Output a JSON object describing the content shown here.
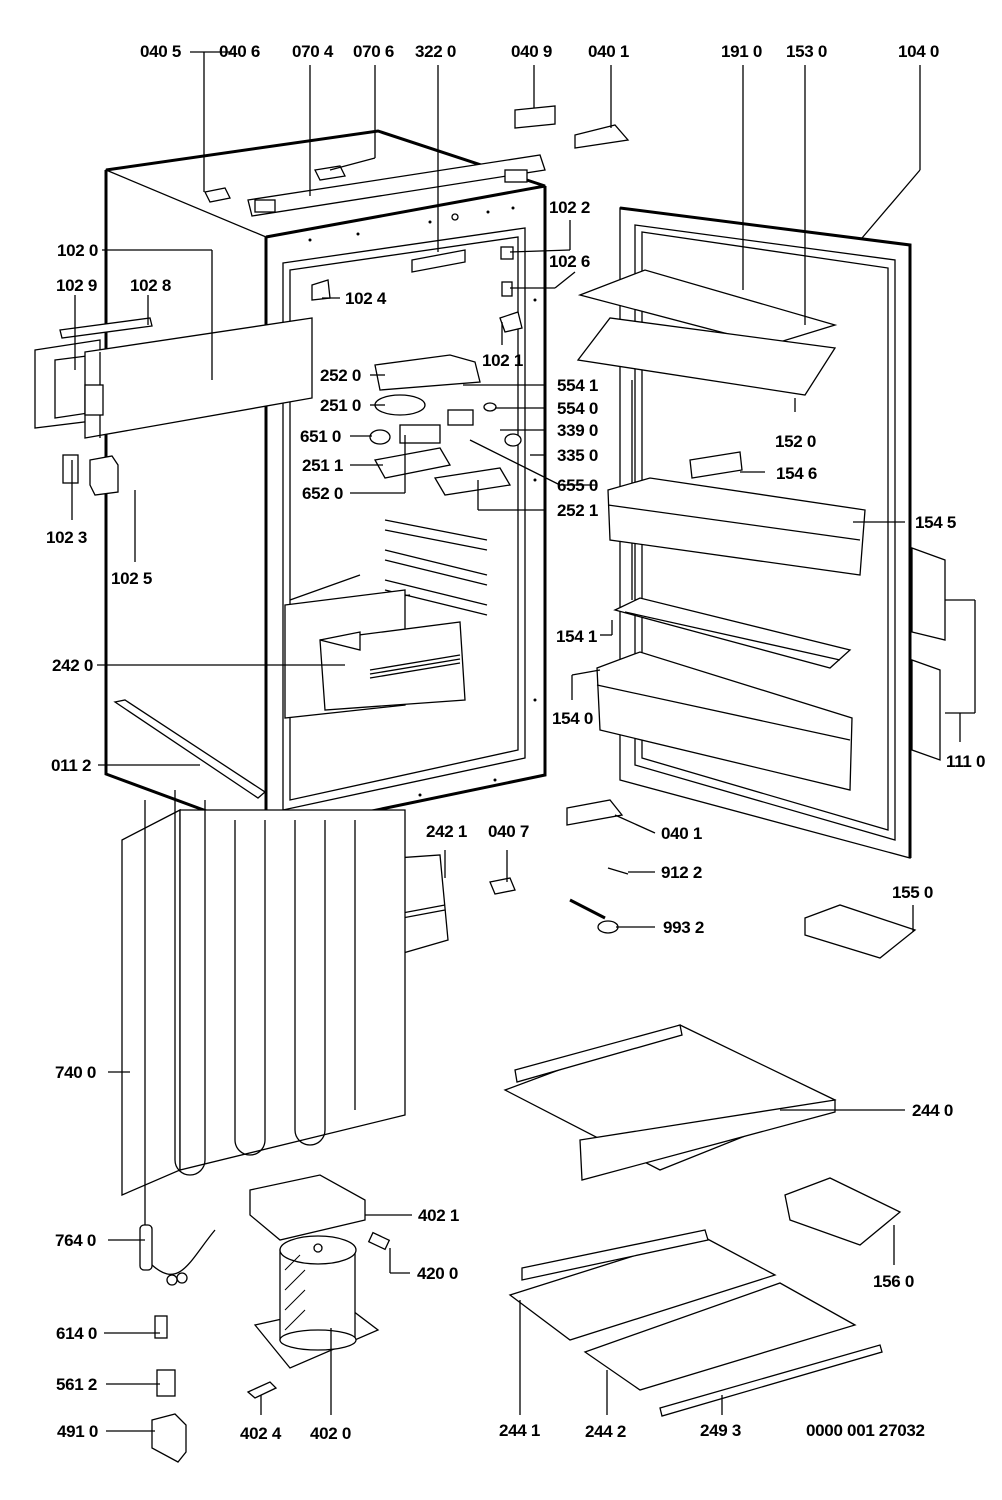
{
  "diagram": {
    "title": "Refrigerator exploded parts diagram",
    "drawing_number": "0000 001 27032",
    "labels": [
      {
        "id": "0405",
        "text": "040 5"
      },
      {
        "id": "0406",
        "text": "040 6"
      },
      {
        "id": "0704",
        "text": "070 4"
      },
      {
        "id": "0706",
        "text": "070 6"
      },
      {
        "id": "3220",
        "text": "322 0"
      },
      {
        "id": "0409",
        "text": "040 9"
      },
      {
        "id": "0401a",
        "text": "040 1"
      },
      {
        "id": "1910",
        "text": "191 0"
      },
      {
        "id": "1530",
        "text": "153 0"
      },
      {
        "id": "1040",
        "text": "104 0"
      },
      {
        "id": "1022",
        "text": "102 2"
      },
      {
        "id": "1020",
        "text": "102 0"
      },
      {
        "id": "1026",
        "text": "102 6"
      },
      {
        "id": "1029",
        "text": "102 9"
      },
      {
        "id": "1028",
        "text": "102 8"
      },
      {
        "id": "1024",
        "text": "102 4"
      },
      {
        "id": "1021",
        "text": "102 1"
      },
      {
        "id": "2520",
        "text": "252 0"
      },
      {
        "id": "5541",
        "text": "554 1"
      },
      {
        "id": "2510",
        "text": "251 0"
      },
      {
        "id": "5540",
        "text": "554 0"
      },
      {
        "id": "6510",
        "text": "651 0"
      },
      {
        "id": "3390",
        "text": "339 0"
      },
      {
        "id": "3350",
        "text": "335 0"
      },
      {
        "id": "1520",
        "text": "152 0"
      },
      {
        "id": "2511",
        "text": "251 1"
      },
      {
        "id": "1546",
        "text": "154 6"
      },
      {
        "id": "6550",
        "text": "655 0"
      },
      {
        "id": "6520",
        "text": "652 0"
      },
      {
        "id": "2521",
        "text": "252 1"
      },
      {
        "id": "1545",
        "text": "154 5"
      },
      {
        "id": "1023",
        "text": "102 3"
      },
      {
        "id": "1025",
        "text": "102 5"
      },
      {
        "id": "1541",
        "text": "154 1"
      },
      {
        "id": "2420",
        "text": "242 0"
      },
      {
        "id": "1540",
        "text": "154 0"
      },
      {
        "id": "0112",
        "text": "011 2"
      },
      {
        "id": "1110",
        "text": "111 0"
      },
      {
        "id": "2421",
        "text": "242 1"
      },
      {
        "id": "0407",
        "text": "040 7"
      },
      {
        "id": "0401b",
        "text": "040 1"
      },
      {
        "id": "9122",
        "text": "912 2"
      },
      {
        "id": "1550",
        "text": "155 0"
      },
      {
        "id": "9932",
        "text": "993 2"
      },
      {
        "id": "7400",
        "text": "740 0"
      },
      {
        "id": "2440",
        "text": "244 0"
      },
      {
        "id": "4021",
        "text": "402 1"
      },
      {
        "id": "7640",
        "text": "764 0"
      },
      {
        "id": "4200",
        "text": "420 0"
      },
      {
        "id": "1560",
        "text": "156 0"
      },
      {
        "id": "6140",
        "text": "614 0"
      },
      {
        "id": "5612",
        "text": "561 2"
      },
      {
        "id": "4910",
        "text": "491 0"
      },
      {
        "id": "4024",
        "text": "402 4"
      },
      {
        "id": "4020",
        "text": "402 0"
      },
      {
        "id": "2441",
        "text": "244 1"
      },
      {
        "id": "2442",
        "text": "244 2"
      },
      {
        "id": "2493",
        "text": "249 3"
      }
    ]
  }
}
